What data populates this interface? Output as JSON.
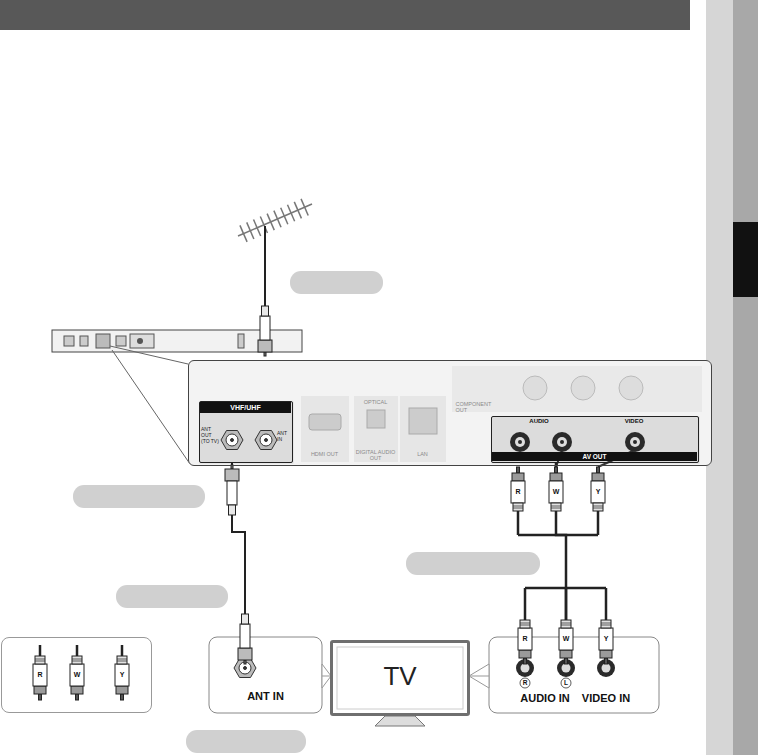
{
  "diagram": {
    "nodes": [
      {
        "text": [
          "HDMI OUT",
          "OPTICAL",
          "DIGITAL AUDIO OUT",
          "LAN",
          "COMPONENT OUT"
        ]
      },
      {
        "text": [
          "VHF/UHF",
          "ANT OUT (TO TV)",
          "ANT IN"
        ],
        "in": 0
      },
      {
        "text": [
          "AUDIO",
          "VIDEO",
          "AV OUT"
        ],
        "in": 0
      },
      {
        "text": [
          "R",
          "W",
          "Y"
        ]
      },
      {
        "text": [
          "ANT IN"
        ]
      },
      {
        "text": [
          "TV"
        ]
      },
      {
        "text": [
          "AUDIO IN",
          "VIDEO IN"
        ]
      }
    ],
    "edges": [
      {
        "from": 1,
        "to": 4,
        "arrow": "none"
      },
      {
        "from": 2,
        "to": 6,
        "arrow": "none"
      },
      {
        "from": 5,
        "to": 4,
        "arrow": "none"
      },
      {
        "from": 5,
        "to": 6,
        "arrow": "none"
      }
    ],
    "labels": [
      "R",
      "W",
      "Y",
      "R",
      "W",
      "Y",
      "R",
      "L"
    ]
  }
}
